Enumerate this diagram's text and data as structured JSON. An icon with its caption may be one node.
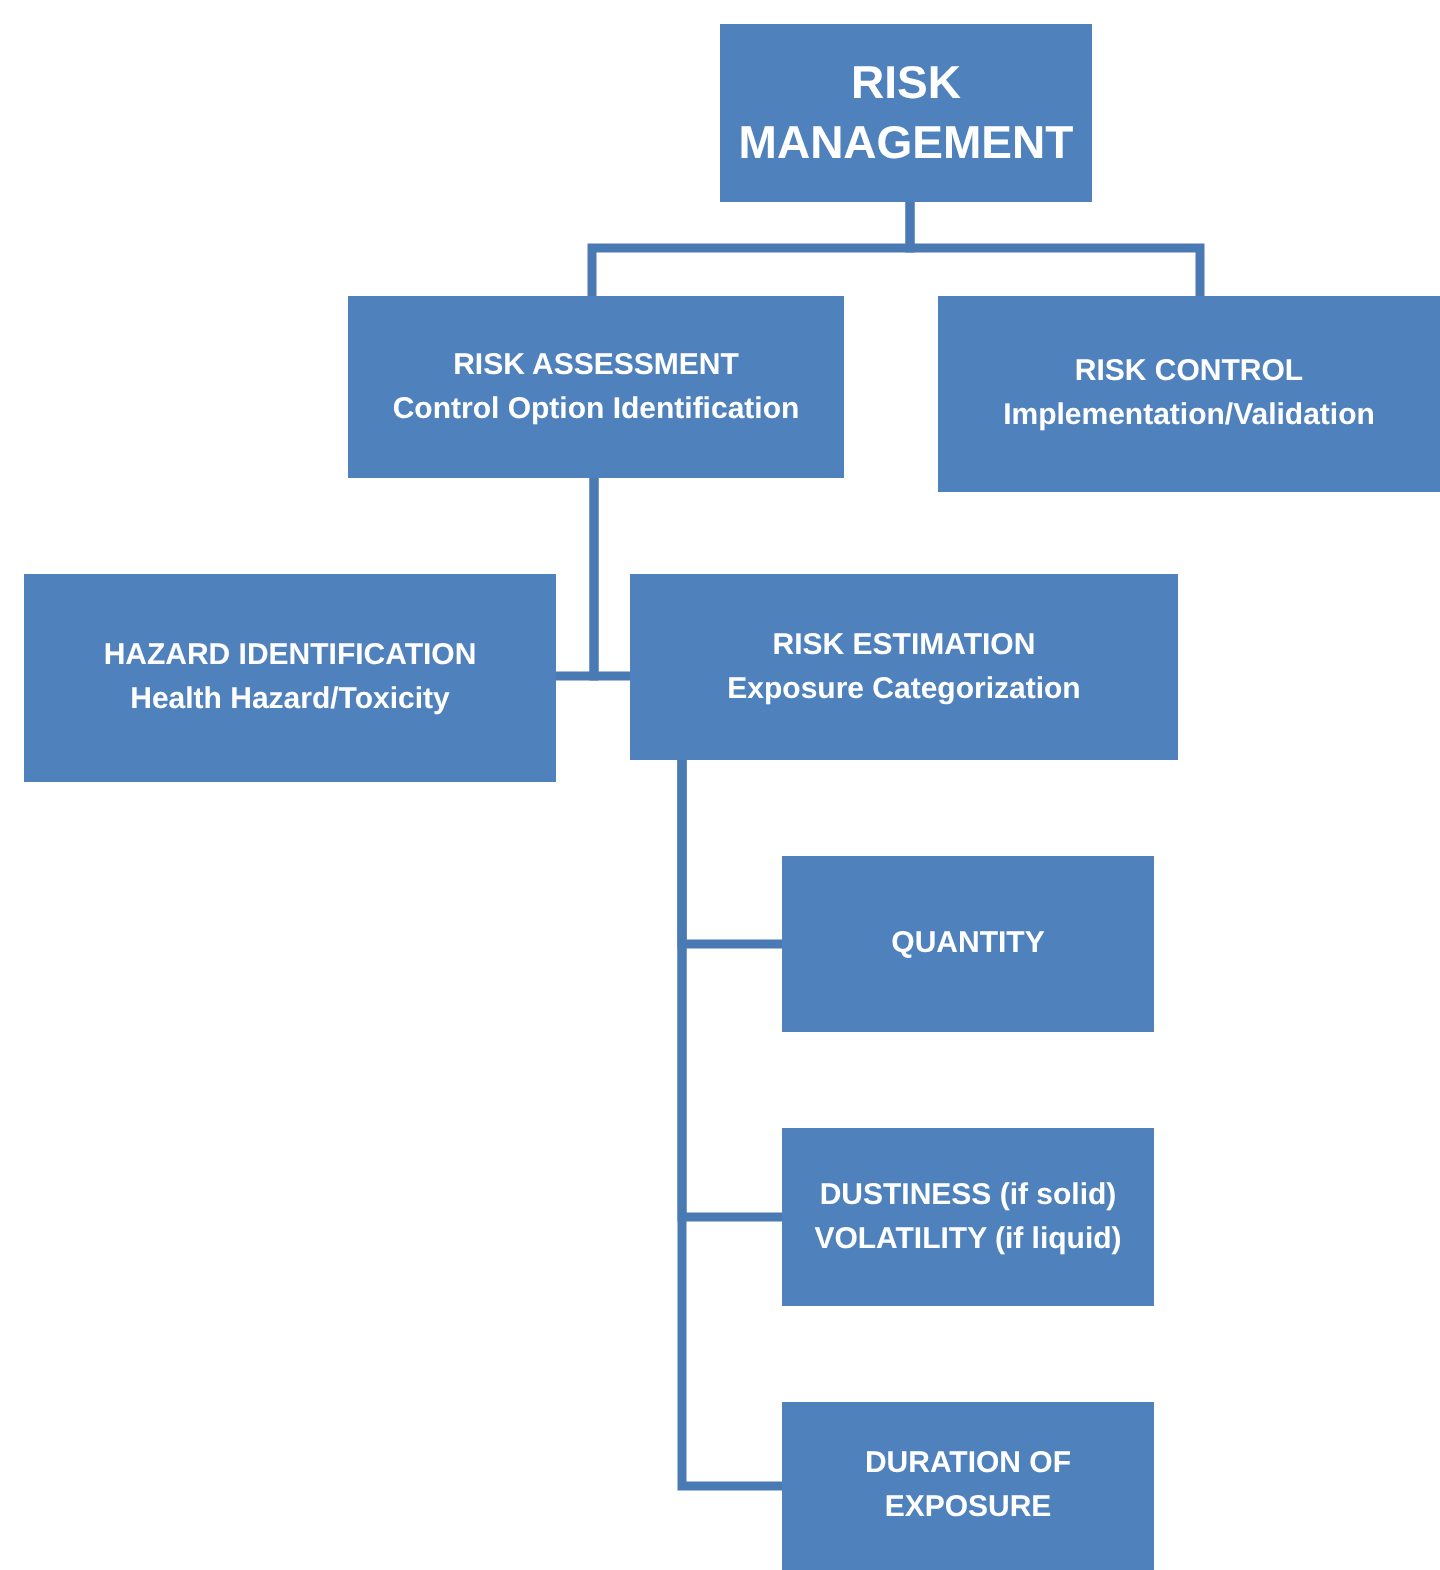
{
  "diagram": {
    "nodes": [
      {
        "text": [
          "RISK MANAGEMENT"
        ]
      },
      {
        "text": [
          "RISK ASSESSMENT",
          "Control Option Identification"
        ]
      },
      {
        "text": [
          "RISK CONTROL",
          "Implementation/Validation"
        ]
      },
      {
        "text": [
          "HAZARD IDENTIFICATION",
          "Health Hazard/Toxicity"
        ]
      },
      {
        "text": [
          "RISK ESTIMATION",
          "Exposure Categorization"
        ]
      },
      {
        "text": [
          "QUANTITY"
        ]
      },
      {
        "text": [
          "DUSTINESS (if solid)",
          "VOLATILITY (if liquid)"
        ]
      },
      {
        "text": [
          "DURATION OF EXPOSURE"
        ]
      }
    ],
    "edges": [
      {
        "from": 0,
        "to": 1,
        "arrow": "none"
      },
      {
        "from": 0,
        "to": 2,
        "arrow": "none"
      },
      {
        "from": 1,
        "to": 3,
        "arrow": "none"
      },
      {
        "from": 1,
        "to": 4,
        "arrow": "none"
      },
      {
        "from": 4,
        "to": 5,
        "arrow": "none"
      },
      {
        "from": 4,
        "to": 6,
        "arrow": "none"
      },
      {
        "from": 4,
        "to": 7,
        "arrow": "none"
      }
    ]
  }
}
